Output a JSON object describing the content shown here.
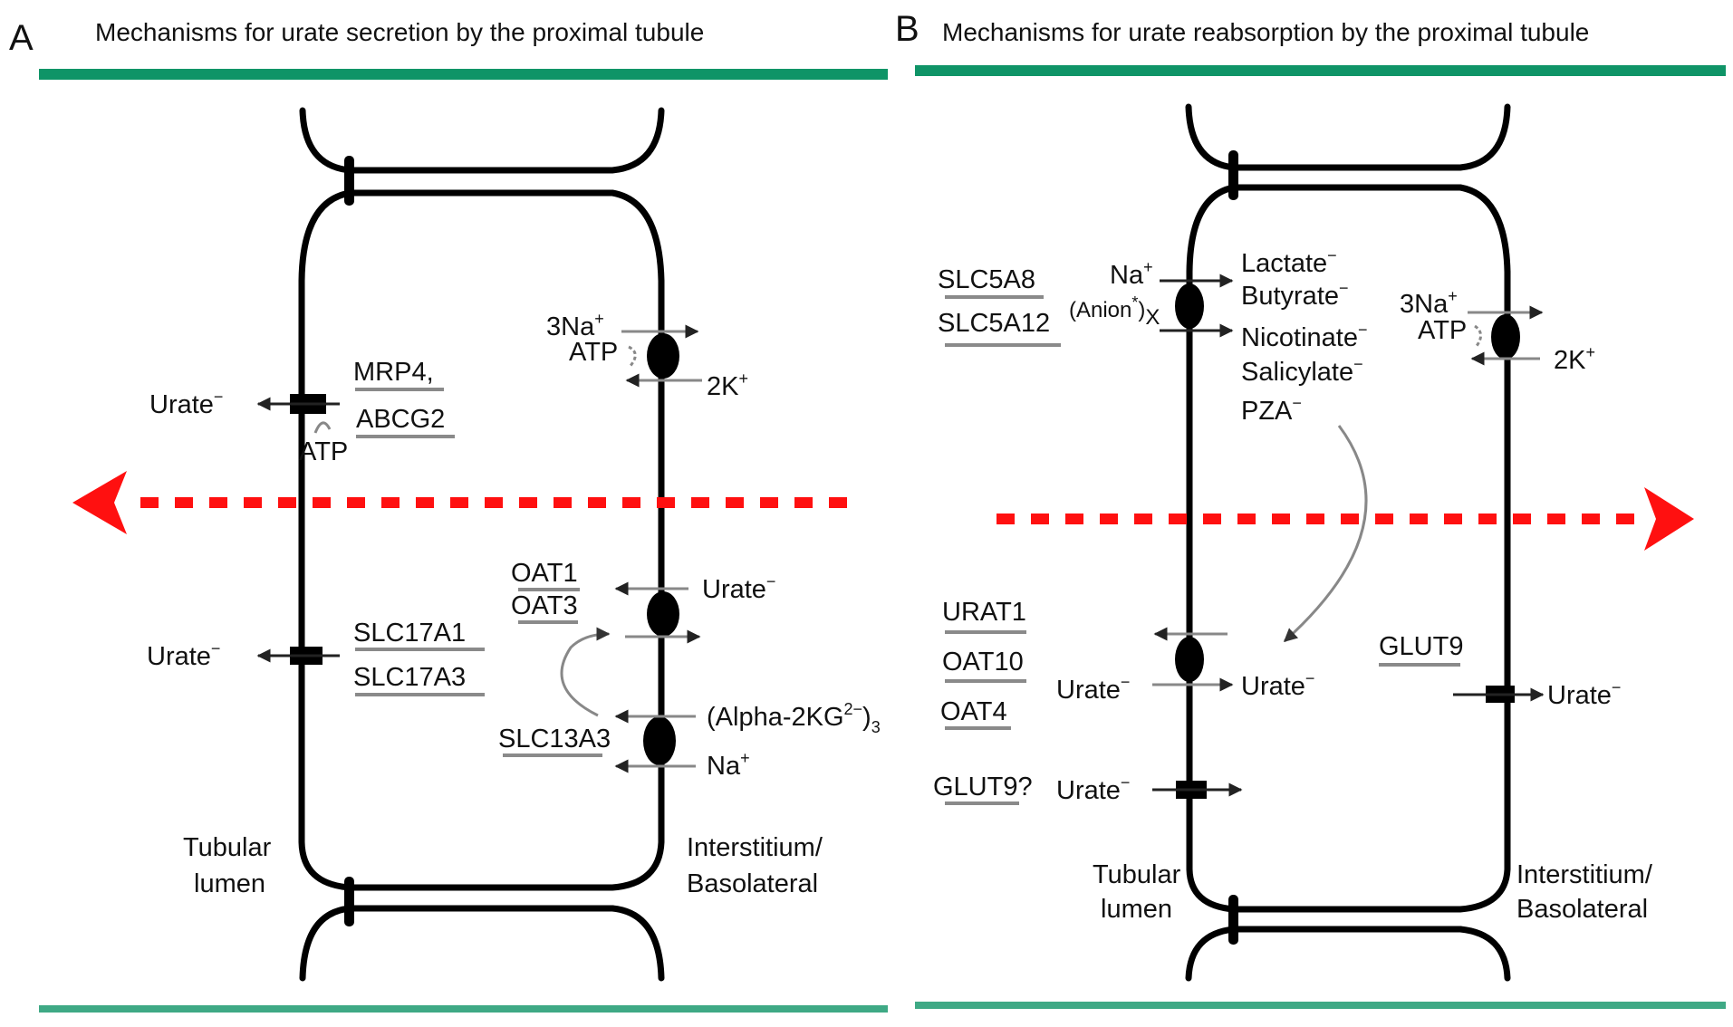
{
  "panels": [
    {
      "letter": "A",
      "title": "Mechanisms for urate secretion by the proximal tubule",
      "flow_direction": "left",
      "side_labels": {
        "lumen": [
          "Tubular",
          "lumen"
        ],
        "basolateral": [
          "Interstitium/",
          "Basolateral"
        ]
      },
      "transporters": {
        "na_k_atpase": {
          "left_top": "3Na",
          "left_top_sup": "+",
          "left_bottom": "ATP",
          "right": "2K",
          "right_sup": "+"
        },
        "mrp4_abcg2": {
          "names": [
            "MRP4,",
            "ABCG2"
          ],
          "substrate": "Urate",
          "substrate_sup": "−",
          "cofactor": "ATP"
        },
        "slc17": {
          "names": [
            "SLC17A1",
            "SLC17A3"
          ],
          "substrate": "Urate",
          "substrate_sup": "−"
        },
        "oat13": {
          "names": [
            "OAT1",
            "OAT3"
          ],
          "substrate": "Urate",
          "substrate_sup": "−"
        },
        "slc13a3": {
          "names": [
            "SLC13A3"
          ],
          "substrate": "(Alpha-2KG",
          "substrate_sup": "2−",
          "substrate_close": ")",
          "substrate_subscript": "3",
          "cotransport": "Na",
          "cotransport_sup": "+"
        }
      }
    },
    {
      "letter": "B",
      "title": "Mechanisms for urate reabsorption by the proximal tubule",
      "flow_direction": "right",
      "side_labels": {
        "lumen": [
          "Tubular",
          "lumen"
        ],
        "basolateral": [
          "Interstitium/",
          "Basolateral"
        ]
      },
      "transporters": {
        "slc5a": {
          "names": [
            "SLC5A8",
            "SLC5A12"
          ],
          "cotransport": "Na",
          "cotransport_sup": "+",
          "anion": "(Anion",
          "anion_sup": "*",
          "anion_close": ")",
          "anion_sub": "X",
          "substrates": [
            "Lactate",
            "Butyrate",
            "Nicotinate",
            "Salicylate",
            "PZA"
          ],
          "substrate_sup": "−"
        },
        "na_k_atpase": {
          "left_top": "3Na",
          "left_top_sup": "+",
          "left_bottom": "ATP",
          "right": "2K",
          "right_sup": "+"
        },
        "urat1": {
          "names": [
            "URAT1",
            "OAT10",
            "OAT4"
          ],
          "substrate_in": "Urate",
          "substrate_out": "Urate",
          "substrate_sup": "−"
        },
        "glut9_apical": {
          "name": "GLUT9?",
          "substrate": "Urate",
          "substrate_sup": "−"
        },
        "glut9_basolateral": {
          "name": "GLUT9",
          "substrate": "Urate",
          "substrate_sup": "−"
        }
      }
    }
  ],
  "colors": {
    "divider_green": "#0f9467",
    "flow_arrow_red": "#ff1010",
    "membrane": "#000000",
    "underline_grey": "#8a8a8a"
  }
}
